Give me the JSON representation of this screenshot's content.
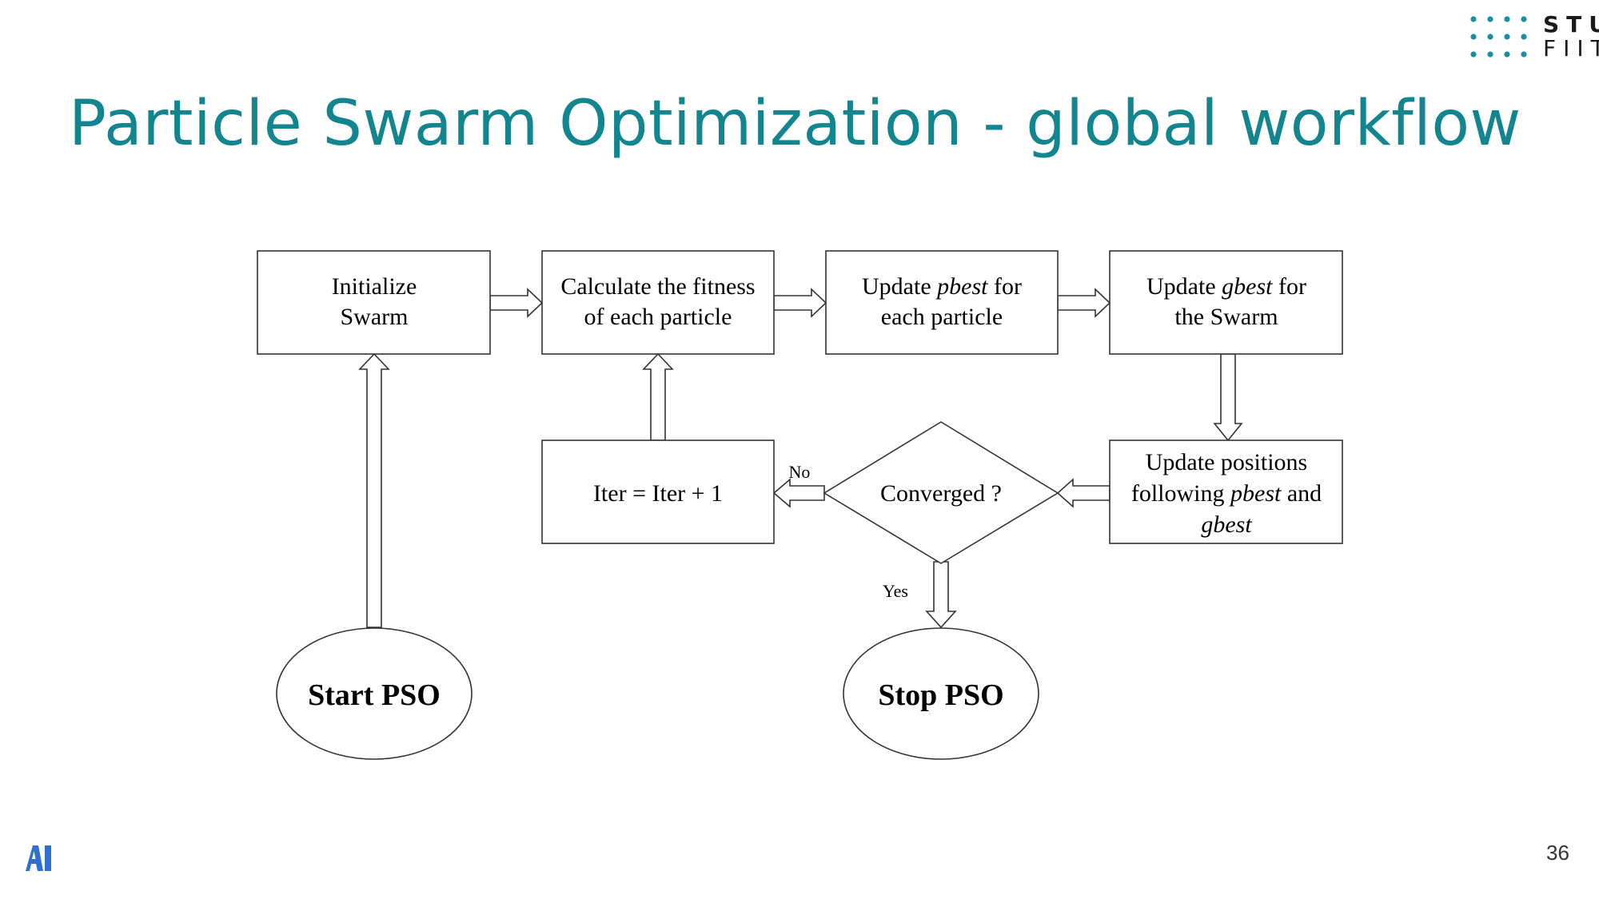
{
  "slide": {
    "title": "Particle Swarm Optimization - global workflow",
    "page_number": "36",
    "logo": {
      "line1": "STU",
      "line2": "FIIT"
    },
    "corner_logo": "AI"
  },
  "colors": {
    "title": "#12858f",
    "logo_dots": "#1a8fa0",
    "ai_logo": "#2f6fd0"
  },
  "diagram": {
    "init": {
      "line1": "Initialize",
      "line2": "Swarm"
    },
    "fitness": {
      "line1": "Calculate the fitness",
      "line2": "of each particle"
    },
    "pbest": {
      "pre": "Update ",
      "em": "pbest",
      "post": " for",
      "line2": "each particle"
    },
    "gbest": {
      "pre": "Update ",
      "em": "gbest",
      "post": " for",
      "line2": "the Swarm"
    },
    "positions": {
      "line1": "Update positions",
      "line2_pre": "following ",
      "line2_em": "pbest",
      "line2_post": " and",
      "line3_em": "gbest"
    },
    "iter": {
      "label": "Iter = Iter + 1"
    },
    "converged": {
      "label": "Converged ?"
    },
    "no_label": "No",
    "yes_label": "Yes",
    "start": {
      "label": "Start PSO"
    },
    "stop": {
      "label": "Stop PSO"
    }
  }
}
